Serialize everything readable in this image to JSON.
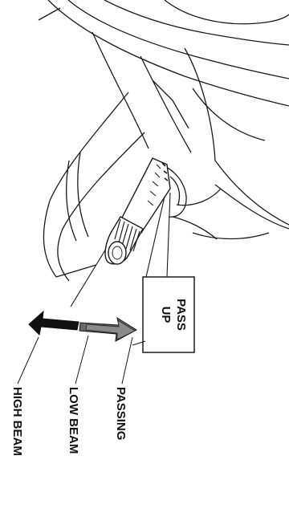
{
  "labels": {
    "up_pass": [
      "UP",
      "PASS"
    ],
    "passing": "PASSING",
    "low_beam": "LOW BEAM",
    "high_beam": "HIGH BEAM"
  },
  "colors": {
    "ink": "#111111",
    "background": "#ffffff"
  }
}
